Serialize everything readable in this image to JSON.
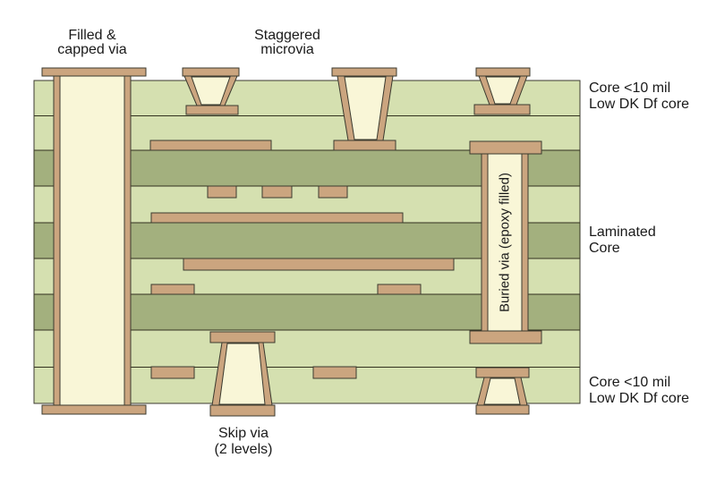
{
  "diagram": {
    "type": "PCB cross-section showing via structures",
    "labels": {
      "filled_capped_via": {
        "line1": "Filled &",
        "line2": "capped via"
      },
      "staggered_microvia": {
        "line1": "Staggered",
        "line2": "microvia"
      },
      "buried_via": {
        "text": "Buried via (epoxy filled)"
      },
      "skip_via": {
        "line1": "Skip via",
        "line2": "(2 levels)"
      },
      "core_top": {
        "line1": "Core <10 mil",
        "line2": "Low DK Df core"
      },
      "laminated_core": {
        "line1": "Laminated",
        "line2": "Core"
      },
      "core_bottom": {
        "line1": "Core <10 mil",
        "line2": "Low DK Df core"
      }
    },
    "layers": {
      "count": 9,
      "stack": [
        "light",
        "light",
        "dark",
        "light",
        "dark",
        "light",
        "dark",
        "light",
        "light"
      ]
    },
    "colors": {
      "core_light": "#d5e0b0",
      "core_dark": "#a3b07e",
      "copper": "#cba57f",
      "via_fill": "#f9f6d7",
      "outline": "#3b3a2f",
      "text": "#1a1a1a",
      "background": "#ffffff"
    }
  }
}
